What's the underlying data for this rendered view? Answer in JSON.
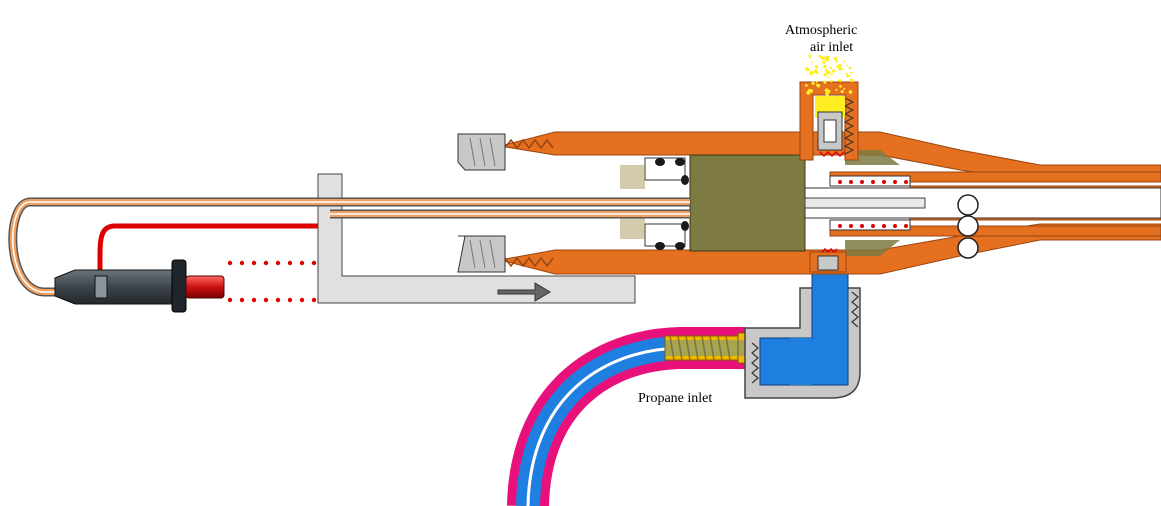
{
  "labels": {
    "air_inlet_line1": "Atmospheric",
    "air_inlet_line2": "air inlet",
    "propane_inlet": "Propane inlet"
  },
  "colors": {
    "copper": "#e5701f",
    "copper_dark": "#9a4510",
    "steel": "#c8c8c8",
    "steel_dark": "#555555",
    "brass": "#f5b800",
    "olive_block": "#7d7a42",
    "hose_outer": "#e8107a",
    "hose_inner": "#1f7fe0",
    "gas_blue": "#1f7fe0",
    "air_yellow": "#ffee22",
    "spark_red": "#dd0000",
    "igniter_body": "#3d454c",
    "igniter_button": "#cc1111"
  }
}
